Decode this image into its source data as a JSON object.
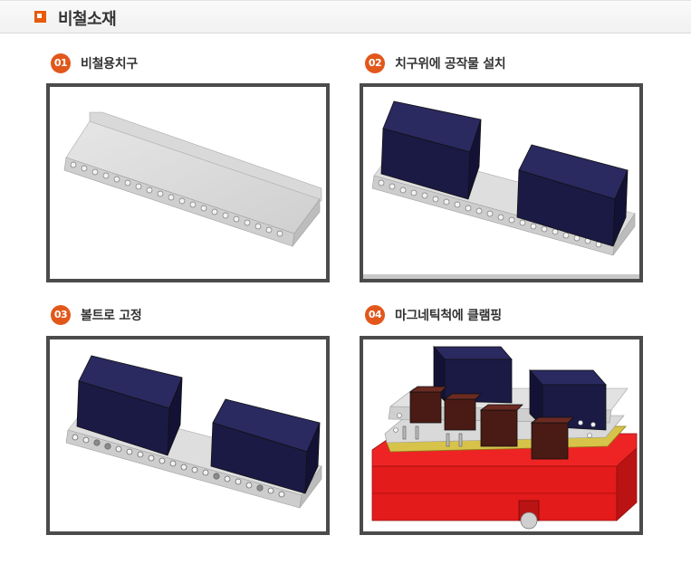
{
  "header": {
    "title": "비철소재"
  },
  "steps": [
    {
      "number": "01",
      "label": "비철용치구"
    },
    {
      "number": "02",
      "label": "치구위에 공작물 설치"
    },
    {
      "number": "03",
      "label": "볼트로 고정"
    },
    {
      "number": "04",
      "label": "마그네틱척에 클램핑"
    }
  ],
  "colors": {
    "accent": "#e2571b",
    "frame": "#4b4b4b",
    "workpiece": "#1b1a45",
    "magnetic_chuck": "#e31b1b",
    "block": "#4a1a14"
  }
}
